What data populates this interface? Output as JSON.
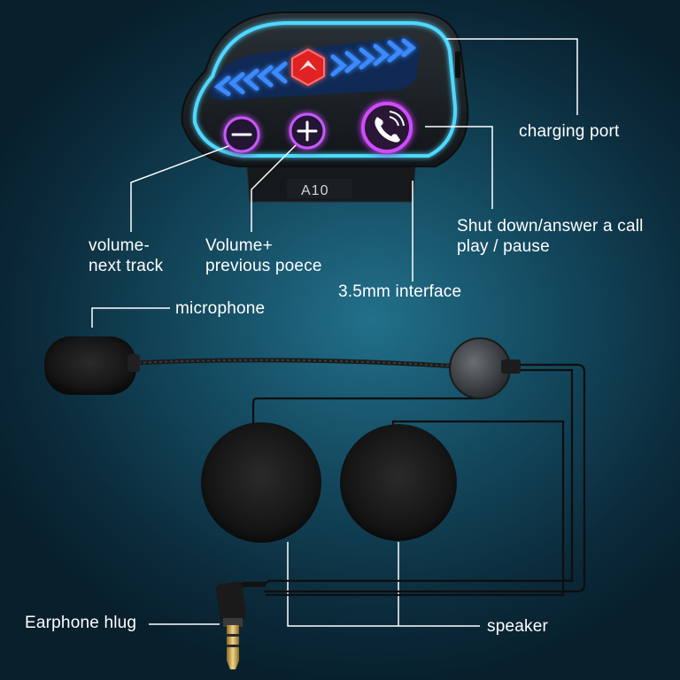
{
  "device": {
    "model_label": "A10"
  },
  "labels": {
    "charging_port": "charging port",
    "shut_down_line1": "Shut down/answer a call",
    "shut_down_line2": "play / pause",
    "volume_minus_line1": "volume-",
    "volume_minus_line2": "next track",
    "volume_plus_line1": "Volume+",
    "volume_plus_line2": "previous poece",
    "interface": "3.5mm interface",
    "microphone": "microphone",
    "earphone_plug": "Earphone hlug",
    "speaker": "speaker"
  },
  "colors": {
    "background": "#13475c",
    "led_blue": "#2a7cff",
    "ring_cyan": "#4fd8ff",
    "button_glow": "#d04cff",
    "logo_red": "#e02020",
    "plug_gold": "#d8b25a"
  },
  "icons": {
    "volume_minus_button": "minus-icon",
    "volume_plus_button": "plus-icon",
    "call_button": "phone-icon",
    "logo": "hexagon-logo-icon"
  }
}
